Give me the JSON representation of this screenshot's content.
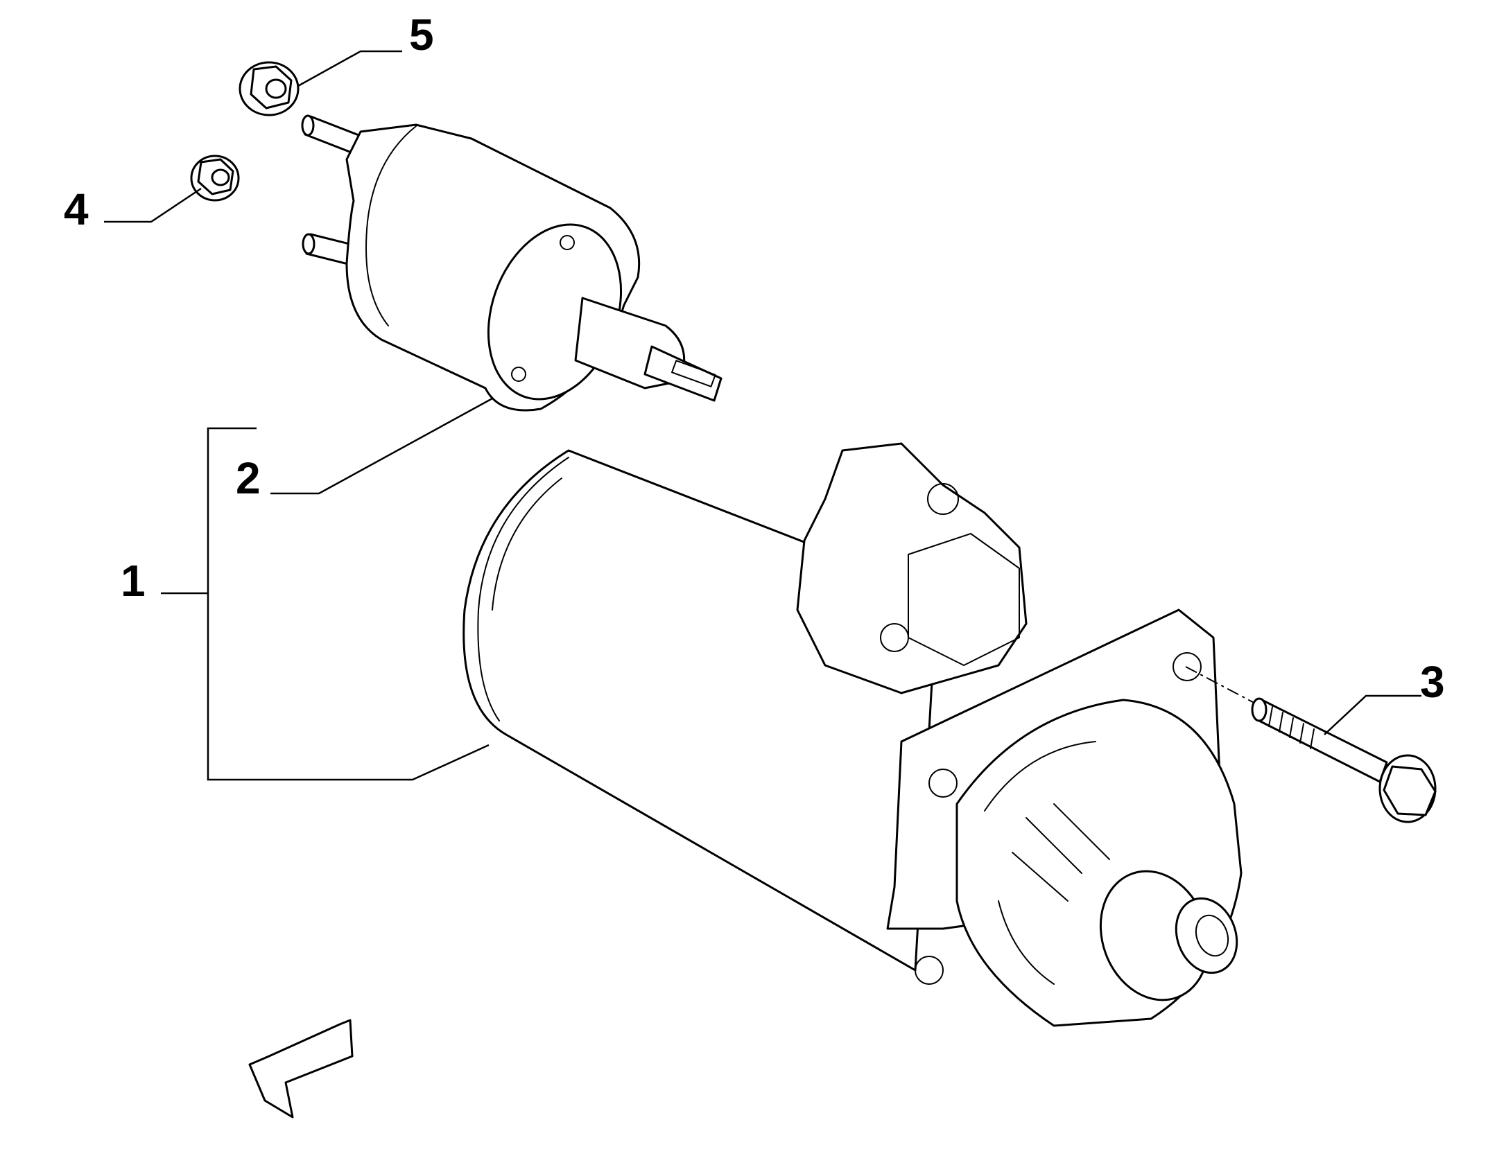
{
  "callouts": {
    "c1": "1",
    "c2": "2",
    "c3": "3",
    "c4": "4",
    "c5": "5"
  },
  "icons": {
    "direction_arrow": "direction-arrow-icon"
  }
}
